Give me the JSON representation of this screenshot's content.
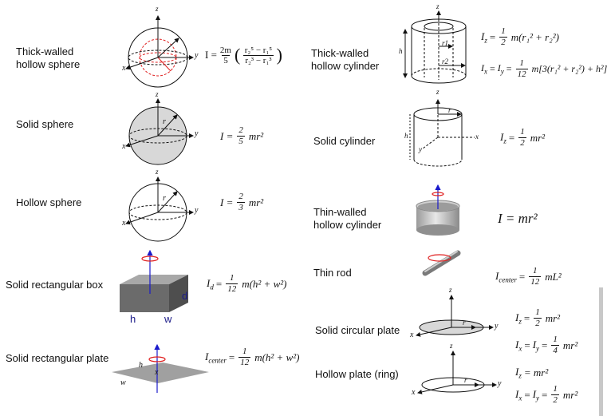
{
  "labels": {
    "thick_sphere": "Thick-walled\nhollow sphere",
    "solid_sphere": "Solid sphere",
    "hollow_sphere": "Hollow sphere",
    "solid_box": "Solid rectangular box",
    "solid_plate": "Solid rectangular plate",
    "thick_cylinder": "Thick-walled\nhollow cylinder",
    "solid_cylinder": "Solid cylinder",
    "thin_cylinder": "Thin-walled\nhollow cylinder",
    "thin_rod": "Thin rod",
    "circular_plate": "Solid circular plate",
    "ring_plate": "Hollow plate (ring)"
  },
  "axes": {
    "x": "x",
    "y": "y",
    "z": "z"
  },
  "dims": {
    "r": "r",
    "r1": "r1",
    "r2": "r2",
    "h": "h",
    "w": "w",
    "d": "d"
  },
  "formulas": {
    "thick_sphere": {
      "lhs": "I =",
      "coef_num": "2m",
      "coef_den": "5",
      "num": "r₂⁵ − r₁⁵",
      "den": "r₂³ − r₁³"
    },
    "solid_sphere": {
      "lhs": "I =",
      "num": "2",
      "den": "5",
      "tail": "mr²"
    },
    "hollow_sphere": {
      "lhs": "I =",
      "num": "2",
      "den": "3",
      "tail": "mr²"
    },
    "solid_box": {
      "lhs": "I",
      "sub": "d",
      "eq": "=",
      "num": "1",
      "den": "12",
      "tail": "m(h² + w²)"
    },
    "solid_plate": {
      "lhs": "I",
      "sub": "center",
      "eq": "=",
      "num": "1",
      "den": "12",
      "tail": "m(h² + w²)"
    },
    "thick_cylinder_z": {
      "lhs": "I",
      "sub": "z",
      "eq": "=",
      "num": "1",
      "den": "2",
      "tail": "m(r₁² + r₂²)"
    },
    "thick_cylinder_xy": {
      "lhs": "I",
      "sub": "x",
      "eq": "=",
      "lhs2": "I",
      "sub2": "y",
      "eq2": "=",
      "num": "1",
      "den": "12",
      "tail": "m[3(r₁² + r₂²) + h²]"
    },
    "solid_cylinder": {
      "lhs": "I",
      "sub": "z",
      "eq": "=",
      "num": "1",
      "den": "2",
      "tail": "mr²"
    },
    "thin_cylinder": {
      "text": "I = mr²"
    },
    "thin_rod": {
      "lhs": "I",
      "sub": "center",
      "eq": "=",
      "num": "1",
      "den": "12",
      "tail": "mL²"
    },
    "circular_plate_z": {
      "lhs": "I",
      "sub": "z",
      "eq": "=",
      "num": "1",
      "den": "2",
      "tail": "mr²"
    },
    "circular_plate_xy": {
      "lhs": "I",
      "sub": "x",
      "eq": "=",
      "lhs2": "I",
      "sub2": "y",
      "eq2": "=",
      "num": "1",
      "den": "4",
      "tail": "mr²"
    },
    "ring_plate_z": {
      "text": "I",
      "sub": "z",
      "tail": "= mr²"
    },
    "ring_plate_xy": {
      "lhs": "I",
      "sub": "x",
      "eq": "=",
      "lhs2": "I",
      "sub2": "y",
      "eq2": "=",
      "num": "1",
      "den": "2",
      "tail": "mr²"
    }
  },
  "colors": {
    "line": "#111111",
    "fill": "#d8d8d8",
    "dark": "#6b6b6b",
    "red": "#e02020",
    "blue": "#1a1acc",
    "label_blue": "#1a1a88"
  }
}
